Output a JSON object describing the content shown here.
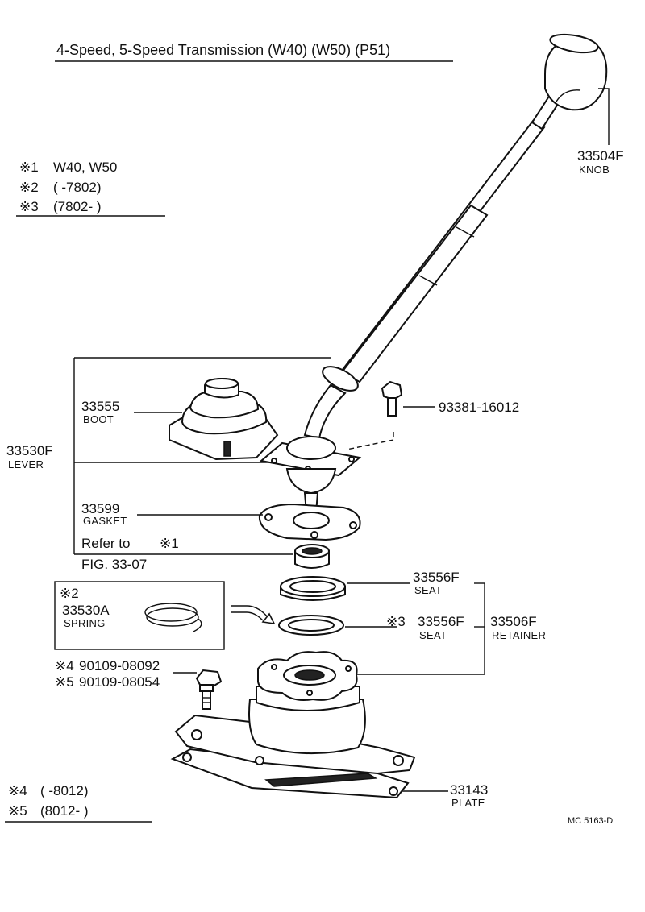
{
  "title": "4-Speed, 5-Speed Transmission (W40) (W50) (P51)",
  "legend_top": [
    {
      "mark": "※1",
      "text": "W40, W50"
    },
    {
      "mark": "※2",
      "text": "(       -7802)"
    },
    {
      "mark": "※3",
      "text": "(7802-          )"
    }
  ],
  "legend_bottom": [
    {
      "mark": "※4",
      "text": "(       -8012)"
    },
    {
      "mark": "※5",
      "text": "(8012-        )"
    }
  ],
  "parts": {
    "knob": {
      "number": "33504F",
      "name": "KNOB"
    },
    "bolt": {
      "number": "93381-16012"
    },
    "boot": {
      "number": "33555",
      "name": "BOOT"
    },
    "lever": {
      "number": "33530F",
      "name": "LEVER"
    },
    "gasket": {
      "number": "33599",
      "name": "GASKET"
    },
    "seat1": {
      "number": "33556F",
      "name": "SEAT"
    },
    "seat2": {
      "mark": "※3",
      "number": "33556F",
      "name": "SEAT"
    },
    "retainer": {
      "number": "33506F",
      "name": "RETAINER"
    },
    "spring": {
      "mark": "※2",
      "number": "33530A",
      "name": "SPRING"
    },
    "bolt4": {
      "mark": "※4",
      "number": "90109-08092"
    },
    "bolt5": {
      "mark": "※5",
      "number": "90109-08054"
    },
    "plate": {
      "number": "33143",
      "name": "PLATE"
    }
  },
  "refer": {
    "line1": "Refer to",
    "mark": "※1",
    "line2": "FIG. 33-07"
  },
  "code": "MC  5163-D"
}
